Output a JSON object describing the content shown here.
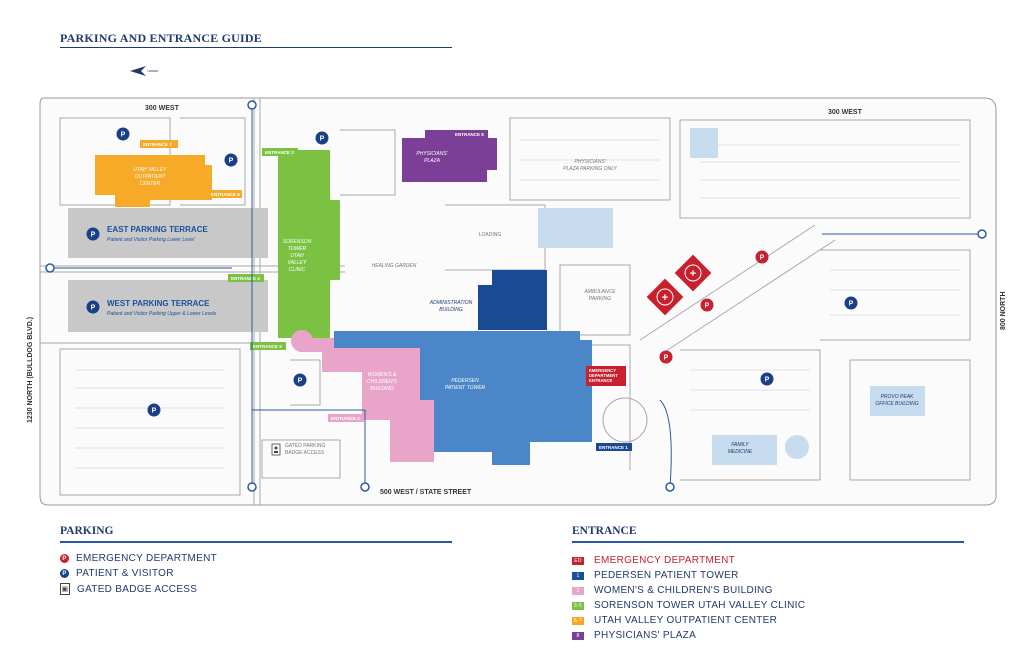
{
  "title": "PARKING AND ENTRANCE GUIDE",
  "north_label": "N",
  "streets": {
    "west_300_a": "300 WEST",
    "west_300_b": "300 WEST",
    "south": "500 WEST / STATE STREET",
    "left": "1230 NORTH (BULLDOG BLVD.)",
    "right": "800 NORTH"
  },
  "buildings": {
    "outpatient": "UTAH VALLEY OUTPATIENT CENTER",
    "east_terrace": "EAST PARKING TERRACE",
    "east_terrace_sub": "Patient and Visitor Parking Lower Level",
    "west_terrace": "WEST PARKING TERRACE",
    "west_terrace_sub": "Patient and Visitor Parking Upper & Lower Levels",
    "sorenson": "SORENSON TOWER UTAH VALLEY CLINIC",
    "physicians_plaza": "PHYSICIANS' PLAZA",
    "physicians_parking": "PHYSICIANS' PLAZA PARKING ONLY",
    "loading": "LOADING",
    "healing_garden": "HEALING GARDEN",
    "administration": "ADMINISTRATION BUILDING",
    "ambulance": "AMBULANCE PARKING",
    "womens": "WOMEN'S & CHILDREN'S BUILDING",
    "pedersen": "PEDERSEN PATIENT TOWER",
    "ed_entrance": "EMERGENCY DEPARTMENT ENTRANCE",
    "provo_peak": "PROVO PEAK OFFICE BUILDING",
    "family_medicine": "FAMILY MEDICINE",
    "gated": "GATED PARKING BADGE ACCESS"
  },
  "entrances": {
    "e1": "ENTRANCE 1",
    "e2": "ENTRANCE 2",
    "e3": "ENTRANCE 3",
    "e4": "ENTRANCE 4",
    "e5": "ENTRANCE 5",
    "e6": "ENTRANCE 6",
    "e7": "ENTRANCE 7",
    "e8": "ENTRANCE 8"
  },
  "parking_symbol": "P",
  "parking_legend": {
    "title": "PARKING",
    "items": [
      {
        "label": "EMERGENCY DEPARTMENT",
        "symbol": "P",
        "color": "#c8202f"
      },
      {
        "label": "PATIENT & VISITOR",
        "symbol": "P",
        "color": "#1a3f8a"
      },
      {
        "label": "GATED BADGE ACCESS",
        "symbol": "",
        "color": "#444444"
      }
    ]
  },
  "entrance_legend": {
    "title": "ENTRANCE",
    "items": [
      {
        "code": "ED",
        "label": "EMERGENCY DEPARTMENT",
        "color": "#c8202f"
      },
      {
        "code": "1",
        "label": "PEDERSEN PATIENT TOWER",
        "color": "#1a4f9c"
      },
      {
        "code": "2",
        "label": "WOMEN'S & CHILDREN'S BUILDING",
        "color": "#e7a5c8"
      },
      {
        "code": "3-5",
        "label": "SORENSON TOWER UTAH VALLEY CLINIC",
        "color": "#7bc043"
      },
      {
        "code": "6-7",
        "label": "UTAH VALLEY OUTPATIENT CENTER",
        "color": "#f5a623"
      },
      {
        "code": "8",
        "label": "PHYSICIANS' PLAZA",
        "color": "#7b3f98"
      }
    ]
  },
  "colors": {
    "pedersen": "#4a86c8",
    "womens": "#e8a5c9",
    "sorenson": "#7cc242",
    "outpatient": "#f7a928",
    "physicians": "#7b3f98",
    "admin": "#1a4a94",
    "terrace": "#c8c8c8",
    "light_blue": "#c7dcef",
    "ed_red": "#c8202f",
    "navy": "#1f3a6e"
  }
}
